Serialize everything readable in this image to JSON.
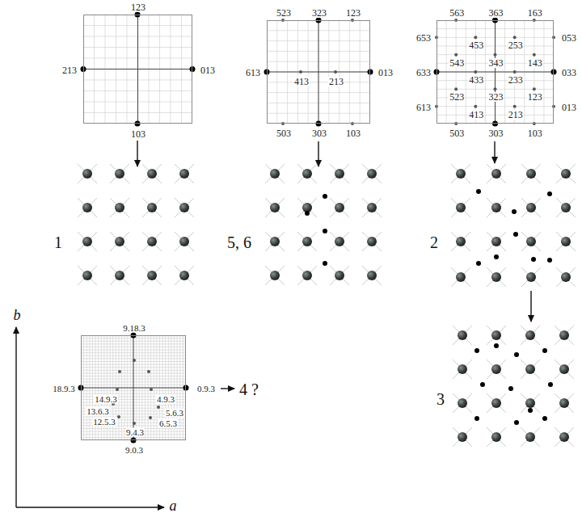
{
  "diagram": {
    "nodes": [
      {
        "text": [
          "123",
          "213",
          "013",
          "103"
        ]
      },
      {
        "text": [
          "523",
          "323",
          "123",
          "613",
          "413",
          "213",
          "013",
          "503",
          "303",
          "103"
        ]
      },
      {
        "text": [
          "563",
          "363",
          "163",
          "653",
          "453",
          "253",
          "053",
          "543",
          "343",
          "143",
          "633",
          "433",
          "233",
          "033",
          "523",
          "323",
          "123",
          "613",
          "413",
          "213",
          "013",
          "503",
          "303",
          "103"
        ]
      },
      {
        "text": [
          "9.18.3",
          "18.9.3",
          "14.9.3",
          "4.9.3",
          "0.9.3",
          "13.6.3",
          "5.6.3",
          "12.5.3",
          "6.5.3",
          "9.4.3",
          "9.0.3"
        ]
      }
    ],
    "labels": [
      "1",
      "5, 6",
      "2",
      "3",
      "4 ?",
      "b",
      "a"
    ]
  }
}
